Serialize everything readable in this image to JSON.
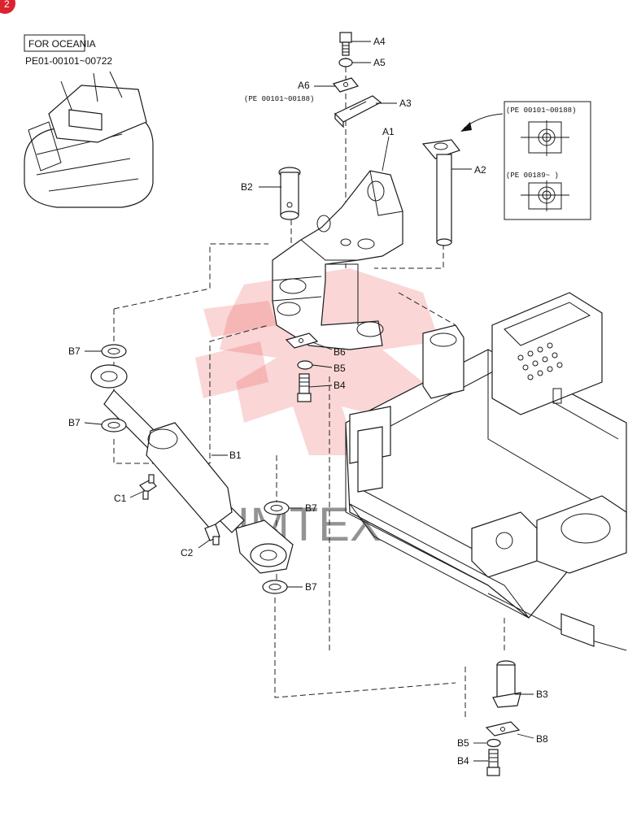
{
  "badge": {
    "text": "2",
    "color": "#d9232e"
  },
  "oceania_box": {
    "label": "FOR OCEANIA",
    "serial_range": "PE01-00101~00722"
  },
  "detail_box": {
    "upper_label": "(PE 00101~00188)",
    "lower_label": "(PE 00189~   )"
  },
  "a6_range": "(PE 00101~00188)",
  "watermark": {
    "text": "IMTEX",
    "color": "#e64545"
  },
  "callouts": {
    "A1": "A1",
    "A2": "A2",
    "A3": "A3",
    "A4": "A4",
    "A5": "A5",
    "A6": "A6",
    "B1": "B1",
    "B2": "B2",
    "B3": "B3",
    "B4_upper": "B4",
    "B4_lower": "B4",
    "B5_upper": "B5",
    "B5_lower": "B5",
    "B6": "B6",
    "B7_1": "B7",
    "B7_2": "B7",
    "B7_3": "B7",
    "B7_4": "B7",
    "B8": "B8",
    "C1": "C1",
    "C2": "C2"
  }
}
